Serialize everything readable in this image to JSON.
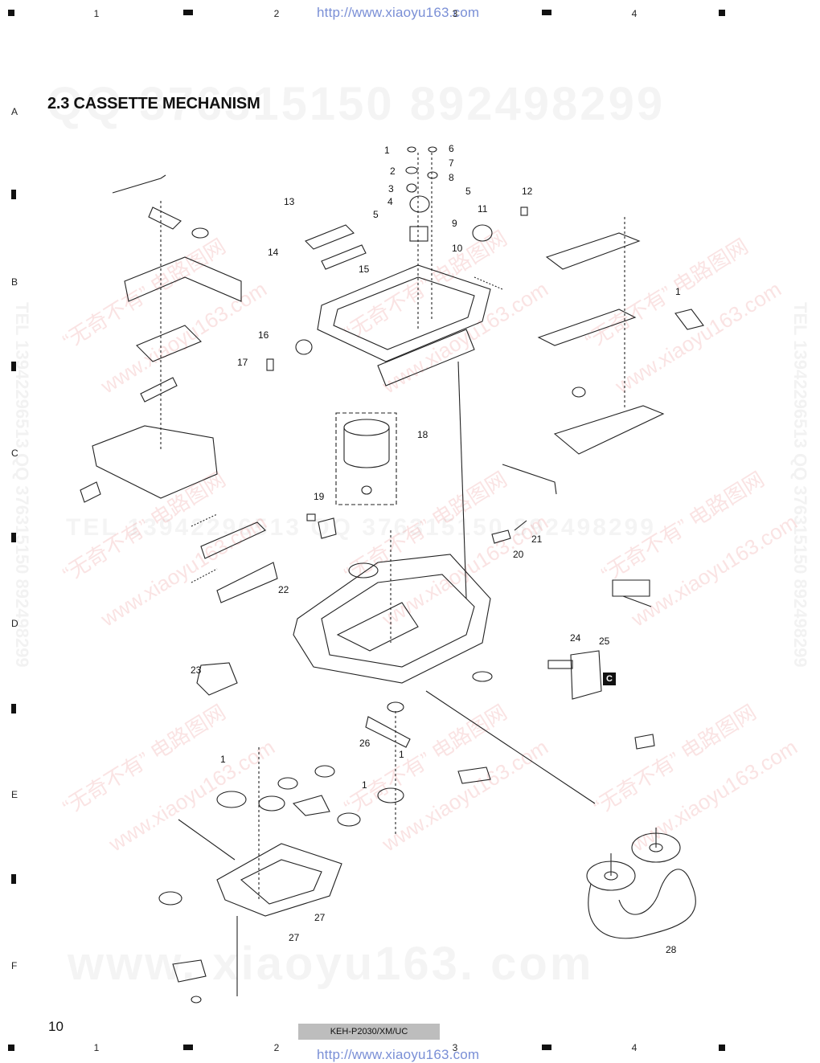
{
  "header": {
    "column_numbers": [
      "1",
      "2",
      "3",
      "4"
    ],
    "url": "http://www.xiaoyu163.com"
  },
  "row_letters": [
    "A",
    "B",
    "C",
    "D",
    "E",
    "F"
  ],
  "section_title": "2.3 CASSETTE MECHANISM",
  "watermarks": {
    "qq_line": "QQ 376315150   892498299",
    "tel_line": "TEL 13942296513   QQ 376315150   892498299",
    "bottom_url": "www. xiaoyu163. com",
    "red_cn": "“无奇不有” 电路图网",
    "red_url": "www.xiaoyu163.com",
    "vertical": "TEL 13942296513   QQ 376315150   892498299"
  },
  "callouts": [
    "1",
    "2",
    "3",
    "4",
    "5",
    "6",
    "7",
    "8",
    "9",
    "10",
    "11",
    "12",
    "13",
    "14",
    "15",
    "16",
    "17",
    "18",
    "19",
    "20",
    "21",
    "22",
    "23",
    "24",
    "25",
    "26",
    "27",
    "28"
  ],
  "connector_badge": "C",
  "footer": {
    "page_number": "10",
    "model": "KEH-P2030/XM/UC",
    "url": "http://www.xiaoyu163.com"
  }
}
